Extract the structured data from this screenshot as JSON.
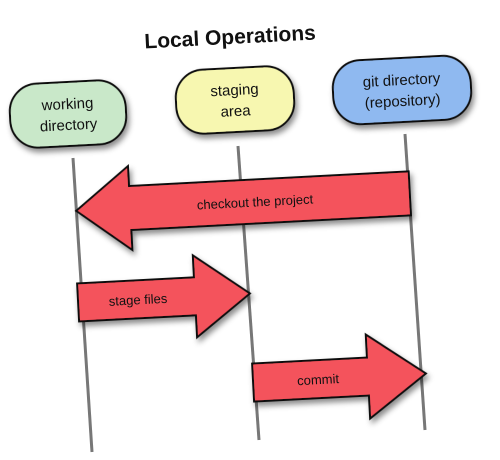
{
  "title": "Local Operations",
  "columns": [
    {
      "id": "working-directory",
      "lines": [
        "working",
        "directory"
      ],
      "color": "#c9e8c9"
    },
    {
      "id": "staging-area",
      "lines": [
        "staging",
        "area"
      ],
      "color": "#f7f7b0"
    },
    {
      "id": "git-directory",
      "lines": [
        "git directory",
        "(repository)"
      ],
      "color": "#8fb9f0"
    }
  ],
  "arrows": [
    {
      "id": "checkout-the-project",
      "label": "checkout the project",
      "from": "git-directory",
      "to": "working-directory"
    },
    {
      "id": "stage-files",
      "label": "stage files",
      "from": "working-directory",
      "to": "staging-area"
    },
    {
      "id": "commit",
      "label": "commit",
      "from": "staging-area",
      "to": "git-directory"
    }
  ],
  "colors": {
    "arrow_fill": "#f4525c",
    "arrow_stroke": "#111111",
    "line": "#777777",
    "text": "#111111"
  }
}
